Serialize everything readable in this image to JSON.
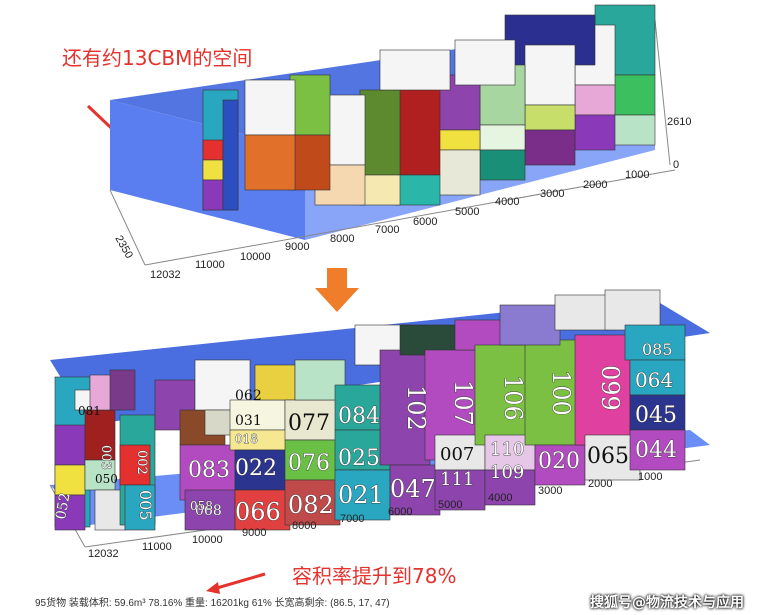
{
  "top_annotation": "还有约13CBM的空间",
  "bottom_annotation": "容积率提升到78%",
  "stats_line": "95货物 装载体积: 59.6m³ 78.16% 重量: 16201kg 61% 长宽高剩余: (86.5, 17, 47)",
  "watermark": "搜狐号@物流技术与应用",
  "top_diagram": {
    "x_ticks": [
      "12032",
      "11000",
      "10000",
      "9000",
      "8000",
      "7000",
      "6000",
      "5000",
      "4000",
      "3000",
      "2000",
      "1000"
    ],
    "y_label": "2350",
    "z_ticks": [
      "2610",
      "0"
    ]
  },
  "bottom_diagram": {
    "x_ticks": [
      "12032",
      "11000",
      "10000",
      "9000",
      "8000",
      "7000",
      "6000",
      "5000",
      "4000",
      "3000",
      "2000",
      "1000"
    ],
    "box_labels": [
      "081",
      "062",
      "031",
      "018",
      "003",
      "050",
      "002",
      "052",
      "005",
      "068",
      "083",
      "022",
      "076",
      "025",
      "084",
      "077",
      "058",
      "066",
      "082",
      "021",
      "047",
      "102",
      "107",
      "106",
      "100",
      "099",
      "007",
      "111",
      "110",
      "109",
      "020",
      "065",
      "085",
      "064",
      "045",
      "044"
    ]
  },
  "colors": {
    "container_blue": "#4a6ee0",
    "arrow_orange": "#f07d2a",
    "annotation_red": "#e5322d"
  }
}
